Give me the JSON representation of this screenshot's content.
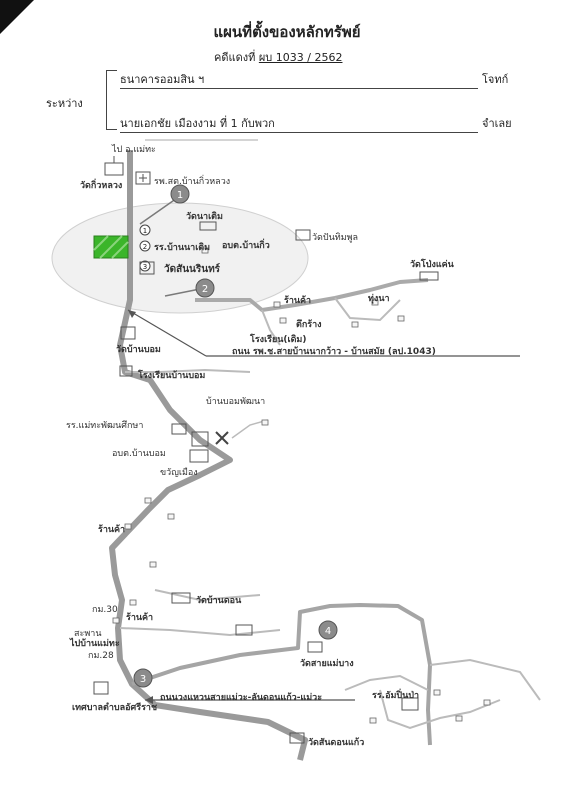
{
  "document": {
    "title": "แผนที่ตั้งของหลักทรัพย์",
    "case_label": "คดีแดงที่",
    "case_number": "ผบ 1033 / 2562",
    "between_label": "ระหว่าง",
    "plaintiff": "ธนาคารออมสิน ฯ",
    "plaintiff_role": "โจทก์",
    "defendant": "นายเอกชัย เมืองงาม  ที่ 1 กับพวก",
    "defendant_role": "จำเลย"
  },
  "map": {
    "labels": {
      "to_mae_tha": "ไป อ.แม่ทะ",
      "wat_kio_luang": "วัดกิ่วหลวง",
      "hospital": "รพ.สต.บ้านกิ่วหลวง",
      "wat_na_term": "วัดนาเติม",
      "school_ban_na_term": "รร.บ้านนาเติม",
      "sao_ban_kio": "อบต.บ้านกิ่ว",
      "wat_pan_tim": "วัดปันทิมพูล",
      "wat_san_na_rin": "วัดสันนรินทร์",
      "wat_pong_kham": "วัดโป่งแค่น",
      "shop_1": "ร้านค้า",
      "tung_na": "ทุ่งนา",
      "building": "ตึกร้าง",
      "school_old": "โรงเรียน(เดิม)",
      "road_main": "ถนน รพ.ช.สายบ้านนากว้าว - บ้านสมัย (ลป.1043)",
      "wat_ban_bom": "วัดบ้านบอม",
      "school_ban_bom": "โรงเรียนบ้านบอม",
      "health_station": "บ้านบอมพัฒนา",
      "school_mae_tha": "รร.แม่ทะพัฒนศึกษา",
      "sao_ban_bom": "อบต.บ้านบอม",
      "monument": "ขวัญเมือง",
      "shop_2": "ร้านค้า",
      "wat_ban_don": "วัดบ้านดอน",
      "km30": "กม.30",
      "shop_3": "ร้านค้า",
      "to_mae_tha_village": "ไปบ้านแม่ทะ",
      "bridge": "สะพาน",
      "km28": "กม.28",
      "wat_sai_mae_bang": "วัดสายแม่บาง",
      "school_san_pha": "รร.อัมปิ่นป่า",
      "road_ring": "ถนนวงแหวนสายแม่วะ-ลันดอนแก้ว-แม่วะ",
      "municipality": "เทศบาลตำบลอัศรีราช",
      "wat_san_don_kaew": "วัดสันดอนแก้ว"
    },
    "markers": [
      "1",
      "2",
      "3",
      "4"
    ],
    "point_markers": [
      "1",
      "2",
      "3"
    ],
    "colors": {
      "parcel": "#3bb52a",
      "road": "#9a9a9a",
      "callout": "#7a7a7a"
    }
  }
}
